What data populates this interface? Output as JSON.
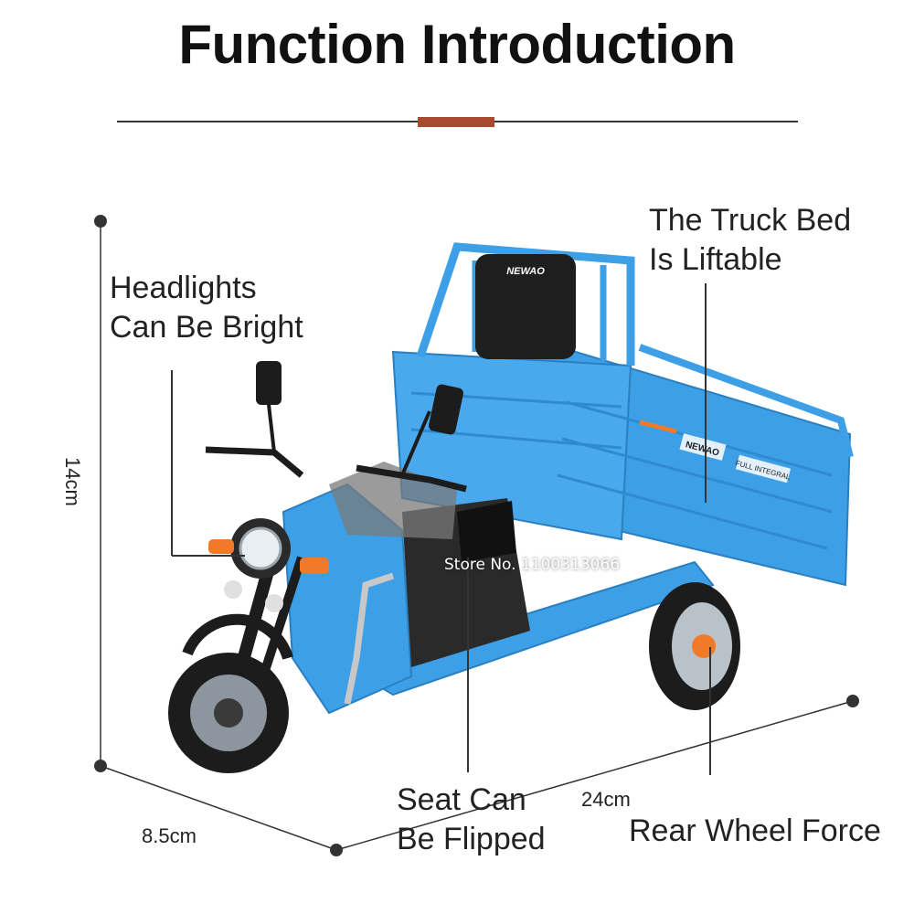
{
  "title": "Function Introduction",
  "callouts": {
    "truck_bed": {
      "line1": "The Truck Bed",
      "line2": "Is Liftable"
    },
    "headlights": {
      "line1": "Headlights",
      "line2": "Can Be Bright"
    },
    "seat": {
      "line1": "Seat Can",
      "line2": "Be Flipped"
    },
    "rear_wheel": "Rear Wheel Force"
  },
  "dimensions": {
    "height": "14cm",
    "width": "8.5cm",
    "length": "24cm"
  },
  "watermark": "Store No. 1100313066",
  "vehicle": {
    "brand_seat": "NEWAO",
    "brand_side": "NEWAO",
    "side_label": "FULL INTEGRAL"
  },
  "colors": {
    "body_blue": "#3d9fe6",
    "accent_divider": "#a84a30",
    "tire": "#1c1c1c",
    "orange_light": "#f07a2a"
  }
}
